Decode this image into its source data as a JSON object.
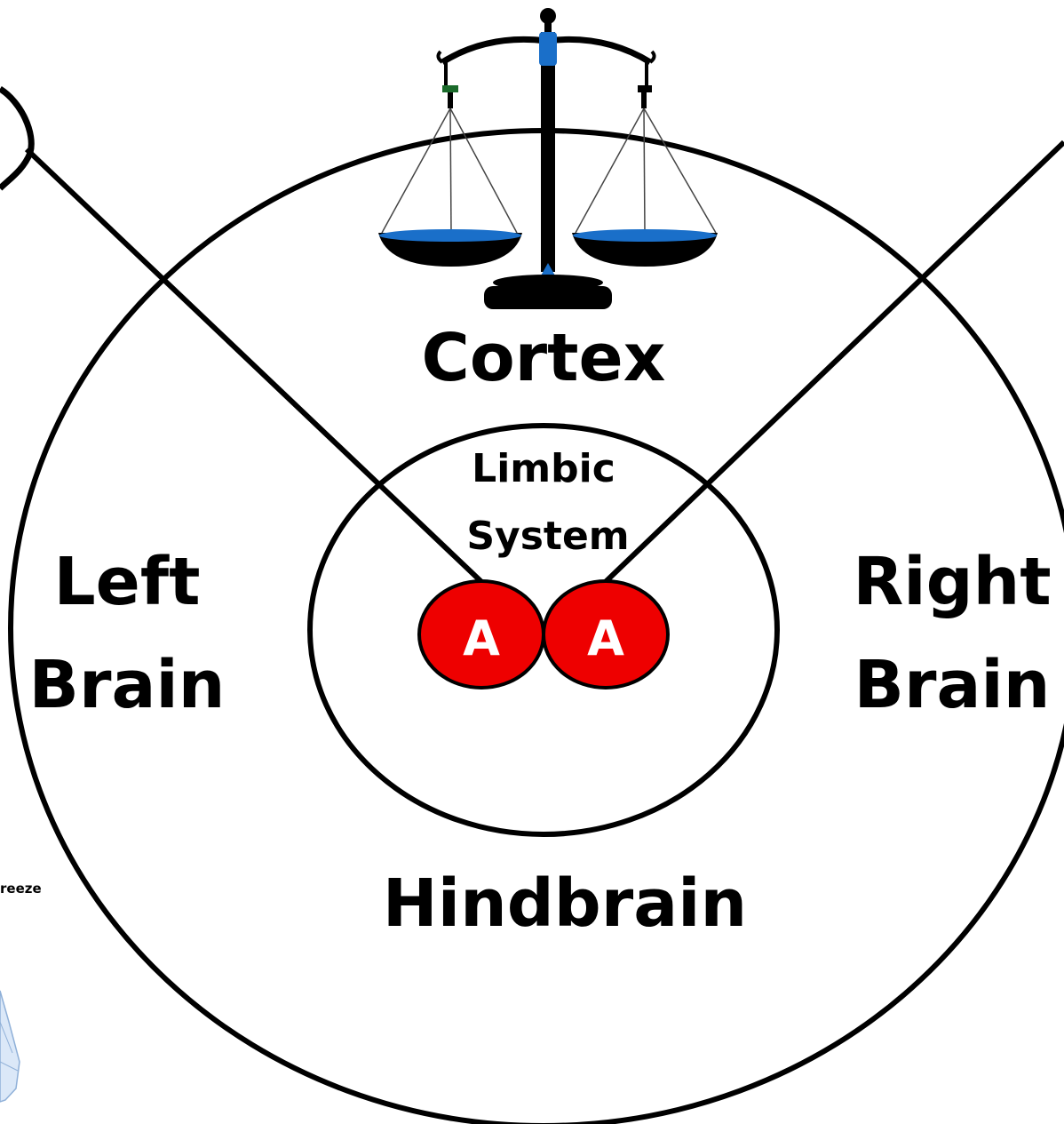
{
  "labels": {
    "cortex": "Cortex",
    "limbic_line1": "Limbic",
    "limbic_line2": "System",
    "left_line1": "Left",
    "left_line2": "Brain",
    "right_line1": "Right",
    "right_line2": "Brain",
    "hindbrain": "Hindbrain",
    "amygdala_left": "A",
    "amygdala_right": "A",
    "edge_fragment": "reeze"
  },
  "colors": {
    "stroke": "#000000",
    "amygdala": "#ee0000",
    "scale_accent": "#1a6fc9",
    "figure_partial": "#a9c8ee"
  },
  "icons": {
    "top_center": "scales-of-justice-icon"
  }
}
